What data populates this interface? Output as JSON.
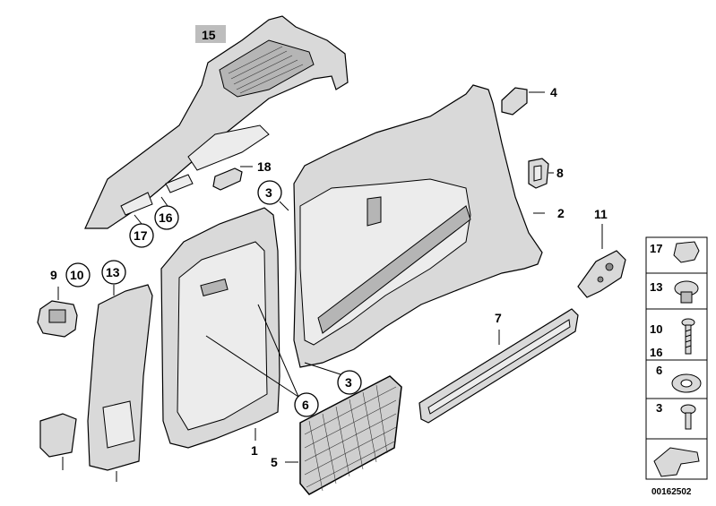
{
  "labels": {
    "p15": "15",
    "p4": "4",
    "p18": "18",
    "p8": "8",
    "p3a": "3",
    "p2": "2",
    "p11": "11",
    "p16": "16",
    "p17": "17",
    "p9": "9",
    "p10": "10",
    "p13": "13",
    "p7": "7",
    "p6": "6",
    "p3b": "3",
    "p1": "1",
    "p5": "5"
  },
  "legend": {
    "items": [
      {
        "label": "17"
      },
      {
        "label": "13"
      },
      {
        "label": "10"
      },
      {
        "label": "16"
      },
      {
        "label": "6"
      },
      {
        "label": "3"
      }
    ]
  },
  "doc_number": "00162502"
}
